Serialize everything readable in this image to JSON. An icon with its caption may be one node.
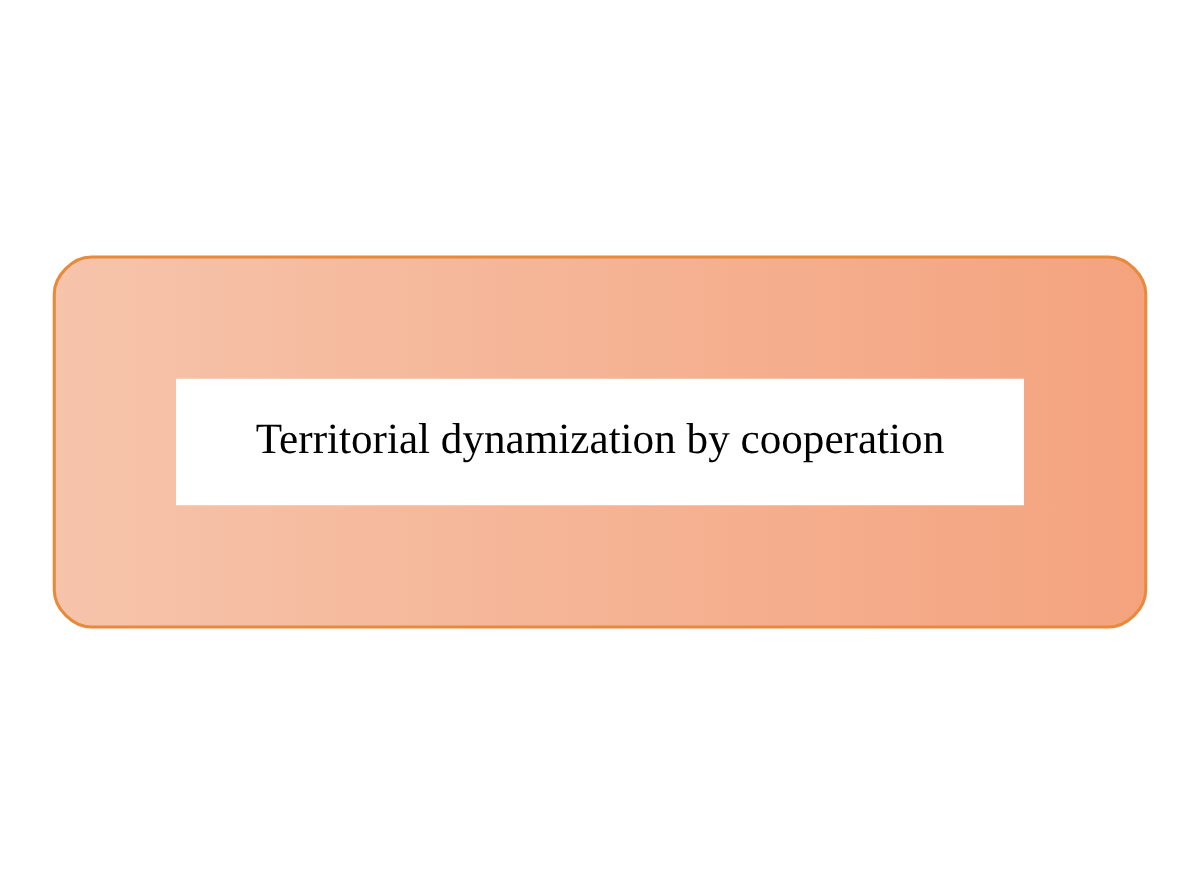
{
  "diagram": {
    "nodes": [
      {
        "text": [],
        "shape": "box"
      },
      {
        "text": [
          "Territorial dynamization by cooperation"
        ],
        "in": 0
      }
    ]
  }
}
